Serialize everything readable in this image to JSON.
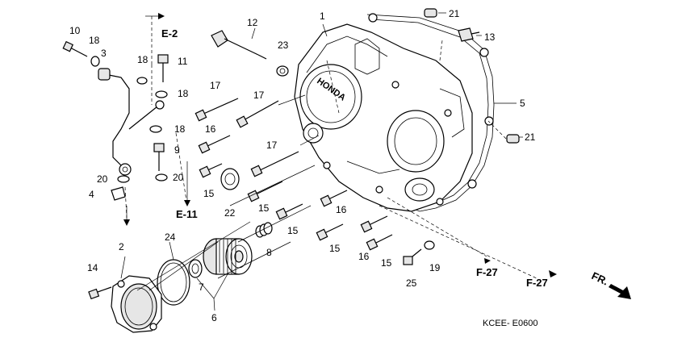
{
  "callouts": {
    "c1": "1",
    "c2": "2",
    "c3": "3",
    "c4": "4",
    "c5": "5",
    "c6": "6",
    "c7": "7",
    "c8": "8",
    "c9": "9",
    "c10": "10",
    "c11": "11",
    "c12": "12",
    "c13": "13",
    "c14": "14",
    "c15a": "15",
    "c15b": "15",
    "c15c": "15",
    "c15d": "15",
    "c15e": "15",
    "c16a": "16",
    "c16b": "16",
    "c16c": "16",
    "c17a": "17",
    "c17b": "17",
    "c17c": "17",
    "c18a": "18",
    "c18b": "18",
    "c18c": "18",
    "c18d": "18",
    "c19": "19",
    "c20a": "20",
    "c20b": "20",
    "c21a": "21",
    "c21b": "21",
    "c22": "22",
    "c23": "23",
    "c24": "24",
    "c25": "25"
  },
  "refs": {
    "e2": "E-2",
    "e11": "E-11",
    "f27a": "F-27",
    "f27b": "F-27"
  },
  "direction_label": "FR.",
  "cover_logo": "HONDA",
  "diagram_code": "KCEE- E0600"
}
